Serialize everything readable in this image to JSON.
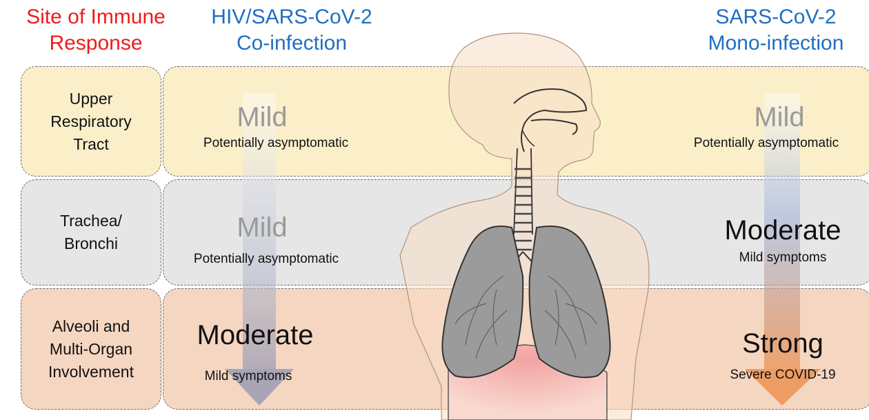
{
  "headers": {
    "site": [
      "Site of Immune",
      "Response"
    ],
    "coinfection": [
      "HIV/SARS-CoV-2",
      "Co-infection"
    ],
    "monoinfection": [
      "SARS-CoV-2",
      "Mono-infection"
    ]
  },
  "sites": [
    {
      "label": [
        "Upper",
        "Respiratory",
        "Tract"
      ]
    },
    {
      "label": [
        "Trachea/",
        "Bronchi"
      ]
    },
    {
      "label": [
        "Alveoli and",
        "Multi-Organ",
        "Involvement"
      ]
    }
  ],
  "coinfection_levels": [
    {
      "level": "Mild",
      "desc": "Potentially asymptomatic"
    },
    {
      "level": "Mild",
      "desc": "Potentially asymptomatic"
    },
    {
      "level": "Moderate",
      "desc": "Mild symptoms"
    }
  ],
  "monoinfection_levels": [
    {
      "level": "Mild",
      "desc": "Potentially asymptomatic"
    },
    {
      "level": "Moderate",
      "desc": "Mild symptoms"
    },
    {
      "level": "Strong",
      "desc": "Severe COVID-19"
    }
  ],
  "colors": {
    "header_red": "#ee1c1c",
    "header_blue": "#1f6fc0",
    "band_upper": "#fbefc9",
    "band_trachea": "#e6e6e6",
    "band_alveoli": "#f5d6c1",
    "arrow_coinfection_end": "#9aa0b8",
    "arrow_mono_end": "#e8a06a"
  },
  "icons": [
    "human-torso-illustration",
    "lungs-illustration",
    "trachea-illustration",
    "down-arrow-icon"
  ]
}
